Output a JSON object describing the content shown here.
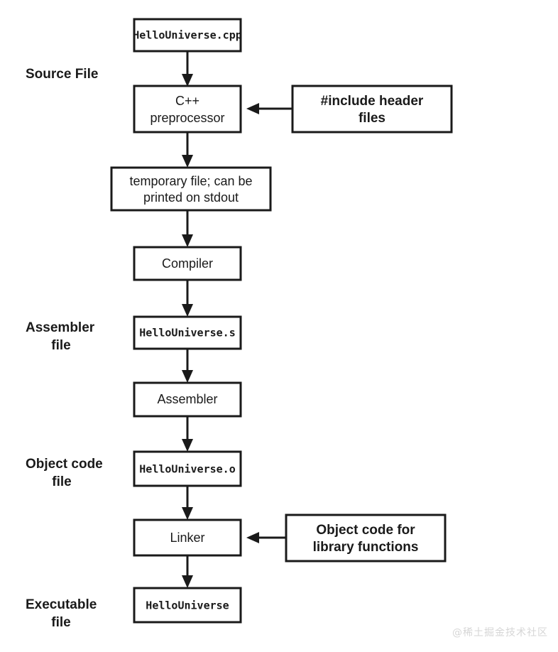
{
  "diagram": {
    "title": "C++ compilation pipeline",
    "colors": {
      "stroke": "#1a1a1a",
      "fill": "#ffffff",
      "background": "#ffffff",
      "watermark": "#d6d6d6"
    },
    "stage_labels": [
      {
        "id": "source-file",
        "lines": [
          "Source File"
        ]
      },
      {
        "id": "assembler-file",
        "lines": [
          "Assembler",
          "file"
        ]
      },
      {
        "id": "object-code-file",
        "lines": [
          "Object code",
          "file"
        ]
      },
      {
        "id": "executable-file",
        "lines": [
          "Executable",
          "file"
        ]
      }
    ],
    "nodes": [
      {
        "id": "hello-universe-cpp",
        "style": "mono",
        "lines": [
          "HelloUniverse.cpp"
        ]
      },
      {
        "id": "cpp-preprocessor",
        "style": "plain",
        "lines": [
          "C++",
          "preprocessor"
        ]
      },
      {
        "id": "include-header-files",
        "style": "bold",
        "lines": [
          "#include header",
          "files"
        ]
      },
      {
        "id": "temporary-file",
        "style": "plain",
        "lines": [
          "temporary file; can be",
          "printed on stdout"
        ]
      },
      {
        "id": "compiler",
        "style": "plain",
        "lines": [
          "Compiler"
        ]
      },
      {
        "id": "hello-universe-s",
        "style": "mono",
        "lines": [
          "HelloUniverse.s"
        ]
      },
      {
        "id": "assembler",
        "style": "plain",
        "lines": [
          "Assembler"
        ]
      },
      {
        "id": "hello-universe-o",
        "style": "mono",
        "lines": [
          "HelloUniverse.o"
        ]
      },
      {
        "id": "linker",
        "style": "plain",
        "lines": [
          "Linker"
        ]
      },
      {
        "id": "object-code-library",
        "style": "bold",
        "lines": [
          "Object code for",
          "library functions"
        ]
      },
      {
        "id": "hello-universe",
        "style": "mono",
        "lines": [
          "HelloUniverse"
        ]
      }
    ],
    "watermark": "@稀土掘金技术社区"
  }
}
